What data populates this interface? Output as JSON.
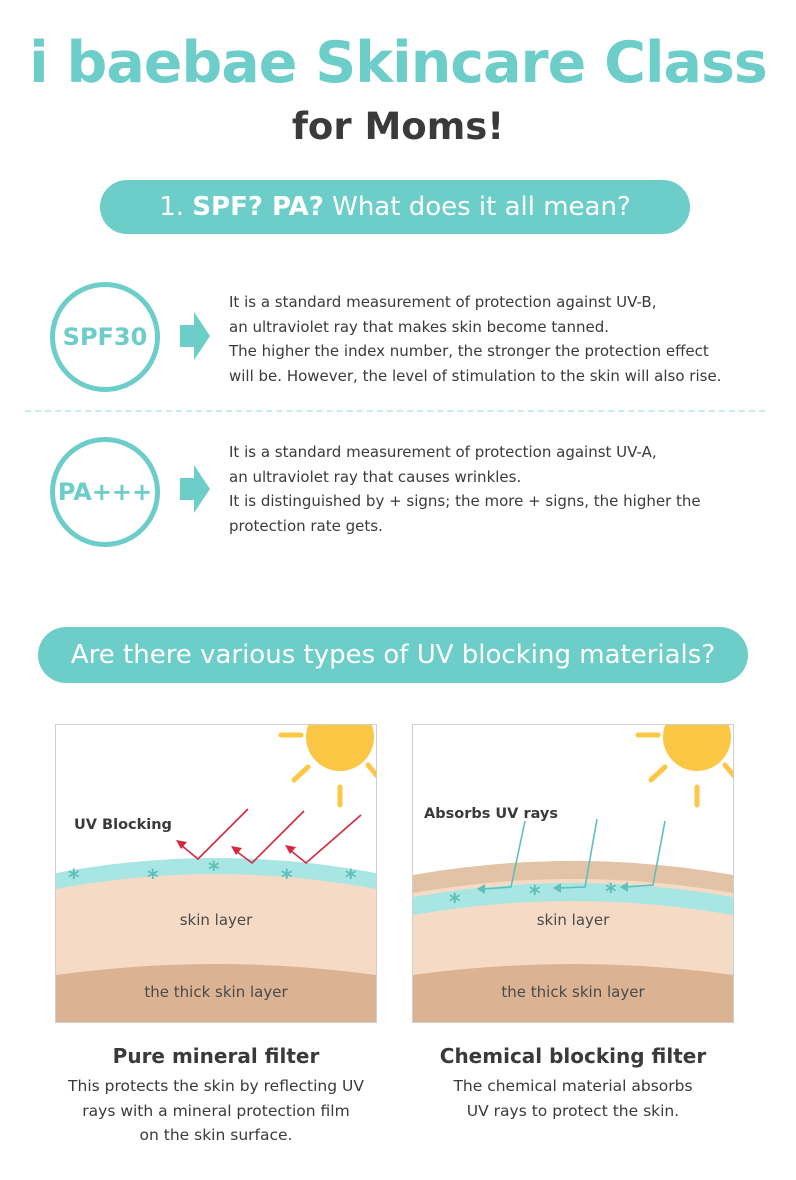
{
  "header": {
    "title": "i baebae Skincare Class",
    "subtitle": "for Moms!"
  },
  "section1": {
    "number": "1.",
    "highlight": "SPF? PA?",
    "rest": "What does it all mean?"
  },
  "spf": {
    "badge": "SPF30",
    "lines": [
      "It is a standard measurement of protection against UV-B,",
      "an ultraviolet ray that makes skin become tanned.",
      "The higher the index number, the stronger the protection effect",
      "will be. However, the level of stimulation to the skin will also rise."
    ]
  },
  "pa": {
    "badge": "PA+++",
    "lines": [
      "It is a standard measurement of protection against UV-A,",
      "an ultraviolet ray that causes wrinkles.",
      "It is distinguished by + signs; the more + signs, the higher the",
      "protection rate gets."
    ]
  },
  "section2": {
    "title": "Are there various types of UV blocking materials?"
  },
  "mineral": {
    "diagram_label": "UV Blocking",
    "skin_layer": "skin layer",
    "thick_layer": "the thick skin layer",
    "title": "Pure mineral filter",
    "desc_lines": [
      "This protects the skin by reflecting UV",
      "rays with a mineral protection film",
      "on the skin surface."
    ]
  },
  "chemical": {
    "diagram_label": "Absorbs UV rays",
    "skin_layer": "skin layer",
    "thick_layer": "the thick skin layer",
    "title": "Chemical blocking filter",
    "desc_lines": [
      "The chemical material absorbs",
      "UV rays to protect the skin."
    ]
  },
  "colors": {
    "accent": "#6dcdc9",
    "sun": "#fbc744",
    "arrow_red": "#d6273f",
    "skin_top": "#f5dac5",
    "skin_thick": "#dcb392",
    "film": "#a7e6e3"
  }
}
